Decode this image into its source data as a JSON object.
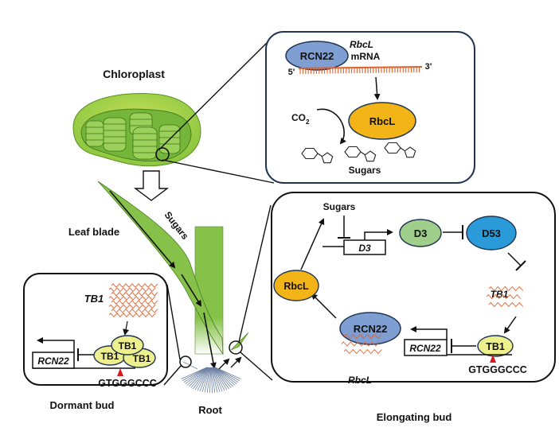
{
  "labels": {
    "chloroplast": "Chloroplast",
    "leaf_blade": "Leaf blade",
    "sugars_leaf": "Sugars",
    "root": "Root",
    "dormant_bud": "Dormant bud",
    "elongating_bud": "Elongating bud"
  },
  "chloroplast_inset": {
    "rcn22": "RCN22",
    "rbcl_mrna_gene": "RbcL",
    "rbcl_mrna_word": "mRNA",
    "five_prime": "5'",
    "three_prime": "3'",
    "co2": "CO",
    "co2_sub": "2",
    "rbcl_protein": "RbcL",
    "sugars": "Sugars"
  },
  "dormant_inset": {
    "tb1_transcript": "TB1",
    "tb1_a": "TB1",
    "tb1_b": "TB1",
    "tb1_c": "TB1",
    "rcn22_gene": "RCN22",
    "motif": "GTGGGCCC"
  },
  "elongating_inset": {
    "sugars": "Sugars",
    "d3_gene": "D3",
    "d3_protein": "D3",
    "d53": "D53",
    "tb1_transcript": "TB1",
    "tb1_protein": "TB1",
    "rcn22_gene": "RCN22",
    "rcn22_protein": "RCN22",
    "rbcl_transcript": "RbcL",
    "rbcl_protein": "RbcL",
    "motif": "GTGGGCCC"
  },
  "colors": {
    "rcn22": "#7f9fd2",
    "rbcl": "#f2b416",
    "tb1": "#eef08e",
    "d3": "#9fcf8a",
    "d53": "#2b9ad8",
    "mrna": "#e0622e",
    "leaf": "#86c24a",
    "motif_marker": "#d8191f",
    "inset_border": "#1f3553"
  }
}
